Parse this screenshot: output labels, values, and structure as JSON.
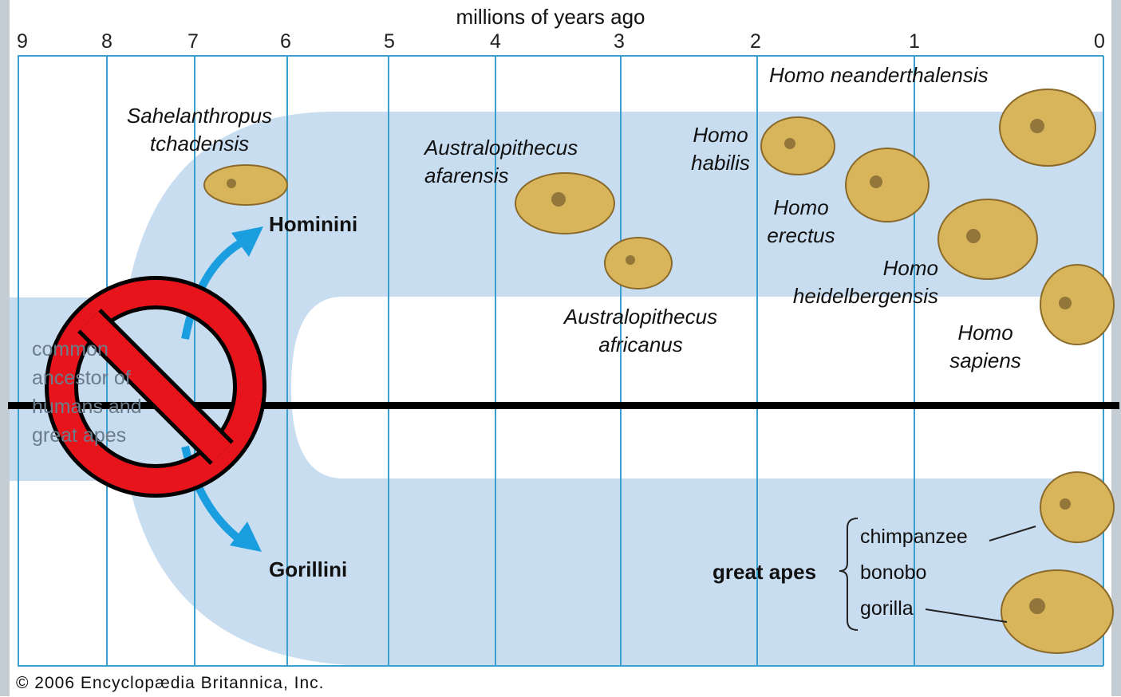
{
  "axis": {
    "title": "millions of years ago",
    "ticks": [
      "9",
      "8",
      "7",
      "6",
      "5",
      "4",
      "3",
      "2",
      "1",
      "0"
    ]
  },
  "labels": {
    "sahelanthropus": "Sahelanthropus tchadensis",
    "hominini": "Hominini",
    "gorillini": "Gorillini",
    "afarensis": "Australopithecus afarensis",
    "africanus": "Australopithecus africanus",
    "neanderthalensis": "Homo neanderthalensis",
    "habilis": "Homo habilis",
    "erectus": "Homo erectus",
    "heidelbergensis": "Homo heidelbergensis",
    "sapiens": "Homo sapiens",
    "common_ancestor": "common ancestor of humans and great apes",
    "great_apes": "great apes",
    "chimpanzee": "chimpanzee",
    "bonobo": "bonobo",
    "gorilla": "gorilla"
  },
  "copyright": "© 2006 Encyclopædia Britannica, Inc.",
  "overlay": {
    "symbol": "prohibition-sign",
    "color": "#e8141b"
  },
  "colors": {
    "band": "#c9ddf1",
    "gridline": "#3aa0cf",
    "arrow": "#1a9ee0",
    "skull": "#d8b45a"
  }
}
